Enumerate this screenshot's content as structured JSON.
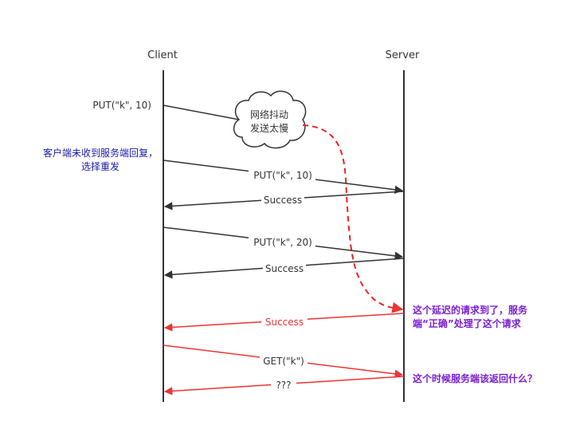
{
  "participants": {
    "client": "Client",
    "server": "Server"
  },
  "cloud": {
    "line1": "网络抖动",
    "line2": "发送太慢"
  },
  "messages": [
    {
      "label": "PUT(\"k\", 10)"
    },
    {
      "label": "PUT(\"k\", 10)"
    },
    {
      "label": "Success"
    },
    {
      "label": "PUT(\"k\", 20)"
    },
    {
      "label": "Success"
    },
    {
      "label": "Success"
    },
    {
      "label": "GET(\"k\")"
    },
    {
      "label": "???"
    }
  ],
  "notes": {
    "client_retry_line1": "客户端未收到服务端回复，",
    "client_retry_line2": "选择重发",
    "delayed_line1": "这个延迟的请求到了，服务",
    "delayed_line2": "端“正确”处理了这个请求",
    "question": "这个时候服务端该返回什么？"
  },
  "colors": {
    "line": "#333333",
    "alert": "#ee3333",
    "note_blue": "#1a1aa6",
    "note_purple": "#7a1fd0",
    "text": "#333333"
  }
}
